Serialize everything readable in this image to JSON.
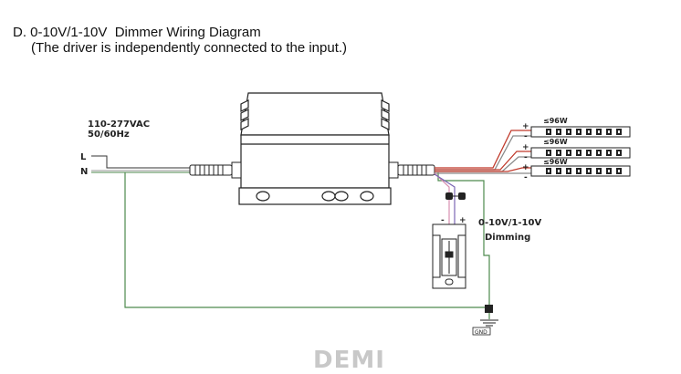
{
  "header": {
    "title": "D. 0-10V/1-10V  Dimmer Wiring Diagram",
    "subtitle": "(The driver is independently connected to the input.)"
  },
  "input": {
    "voltage": "110-277VAC",
    "frequency": "50/60Hz",
    "line": "L",
    "neutral": "N"
  },
  "strips": [
    {
      "power": "≤96W",
      "plus": "+",
      "minus": "-"
    },
    {
      "power": "≤96W",
      "plus": "+",
      "minus": "-"
    },
    {
      "power": "≤96W",
      "plus": "+",
      "minus": "-"
    }
  ],
  "dimmer": {
    "label_line1": "0-10V/1-10V",
    "label_line2": "Dimming",
    "minus": "-",
    "plus": "+"
  },
  "ground": {
    "label": "GND"
  },
  "watermark": "DEMI",
  "colors": {
    "wire_green": "#4e8a4e",
    "wire_red": "#c0392b",
    "wire_gray": "#8a8a8a",
    "wire_pink": "#d98fb0",
    "wire_purple": "#7a66b3",
    "outline": "#222222"
  }
}
